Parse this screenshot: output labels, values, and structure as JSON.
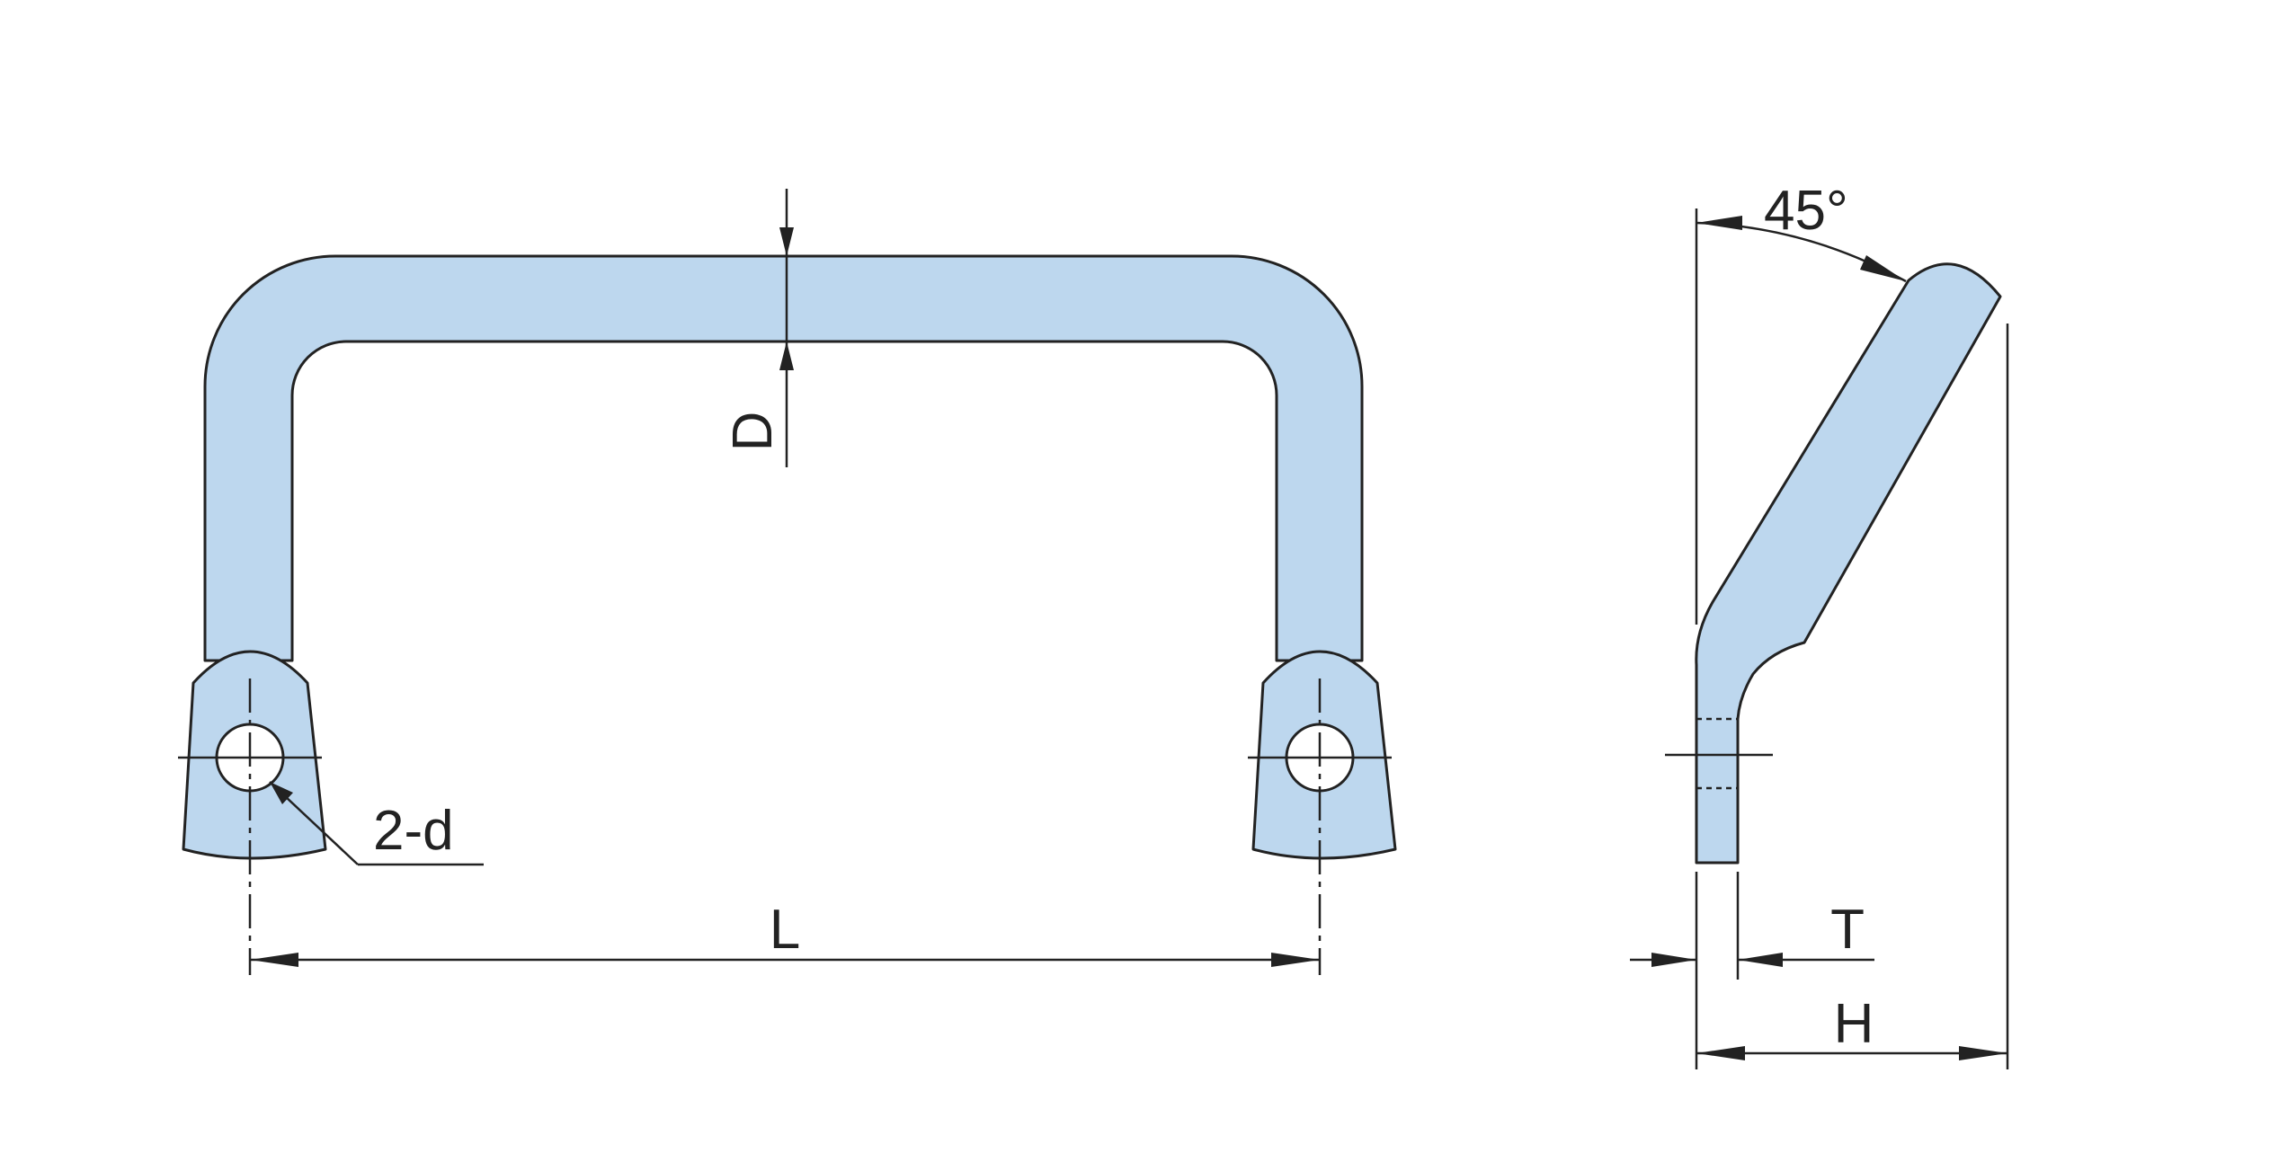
{
  "colors": {
    "part_fill": "#bdd7ee",
    "line": "#222222",
    "background": "#ffffff"
  },
  "front_view": {
    "label_D": "D",
    "label_2d": "2-d",
    "label_L": "L"
  },
  "side_view": {
    "label_angle": "45°",
    "label_T": "T",
    "label_H": "H"
  }
}
